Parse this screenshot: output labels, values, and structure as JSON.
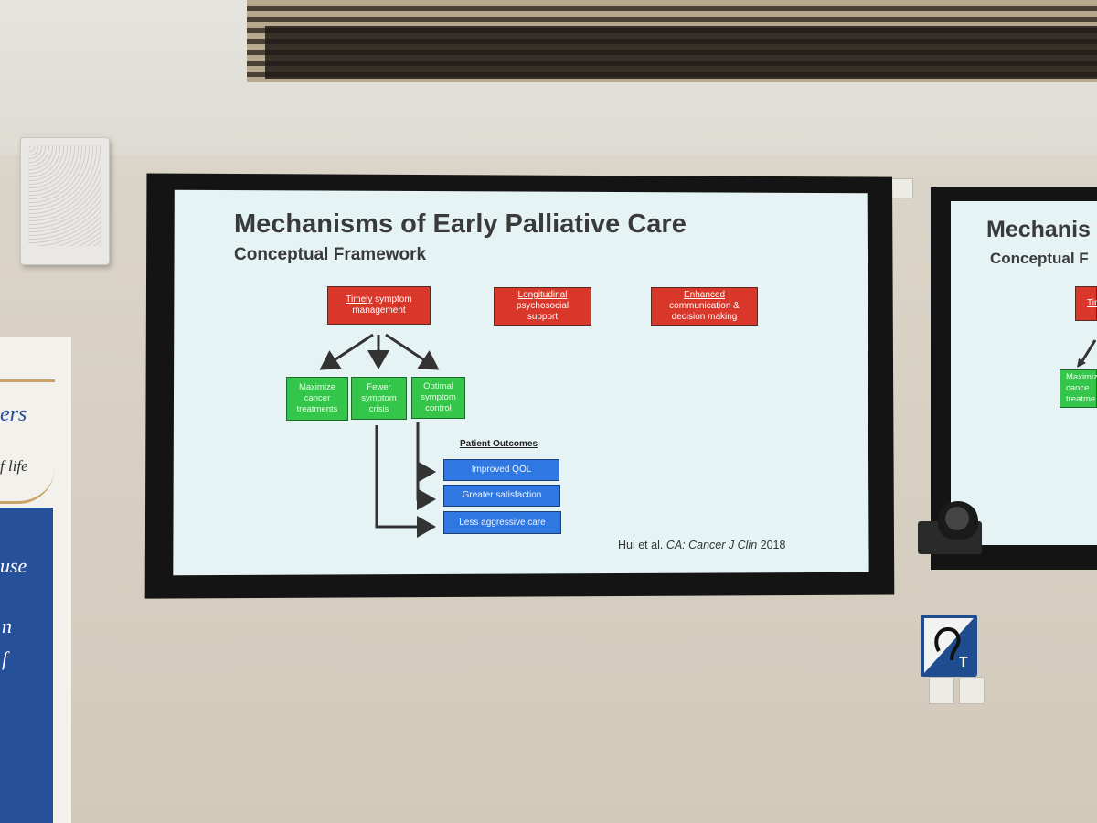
{
  "slide": {
    "title": "Mechanisms of Early Palliative Care",
    "subtitle": "Conceptual Framework",
    "top_boxes": [
      {
        "underlined": "Timely",
        "rest1": " symptom",
        "rest2": "management"
      },
      {
        "underlined": "Longitudinal",
        "rest1": "psychosocial",
        "rest2": "support"
      },
      {
        "underlined": "Enhanced",
        "rest1": "communication &",
        "rest2": "decision making"
      }
    ],
    "green_boxes": [
      {
        "l1": "Maximize",
        "l2": "cancer",
        "l3": "treatments"
      },
      {
        "l1": "Fewer",
        "l2": "symptom",
        "l3": "crisis"
      },
      {
        "l1": "Optimal",
        "l2": "symptom",
        "l3": "control"
      }
    ],
    "outcomes_heading": "Patient Outcomes",
    "outcomes": [
      "Improved QOL",
      "Greater satisfaction",
      "Less aggressive care"
    ],
    "citation": {
      "authors": "Hui et al. ",
      "journal": "CA: Cancer J Clin",
      "year": " 2018"
    }
  },
  "second_screen": {
    "title": "Mechanis",
    "subtitle": "Conceptual F",
    "red_fragment": "Tim",
    "green_l1": "Maximiz",
    "green_l2": "cance",
    "green_l3": "treatme"
  },
  "banner": {
    "line1": "ers",
    "line2": "f life",
    "line3": "use",
    "line4": "n",
    "line5": "f"
  },
  "hearing_loop_sign": "T",
  "colors": {
    "red": "#d9372a",
    "green": "#34c64a",
    "blue": "#2f78e2",
    "slide_bg": "#e6f3f4"
  }
}
